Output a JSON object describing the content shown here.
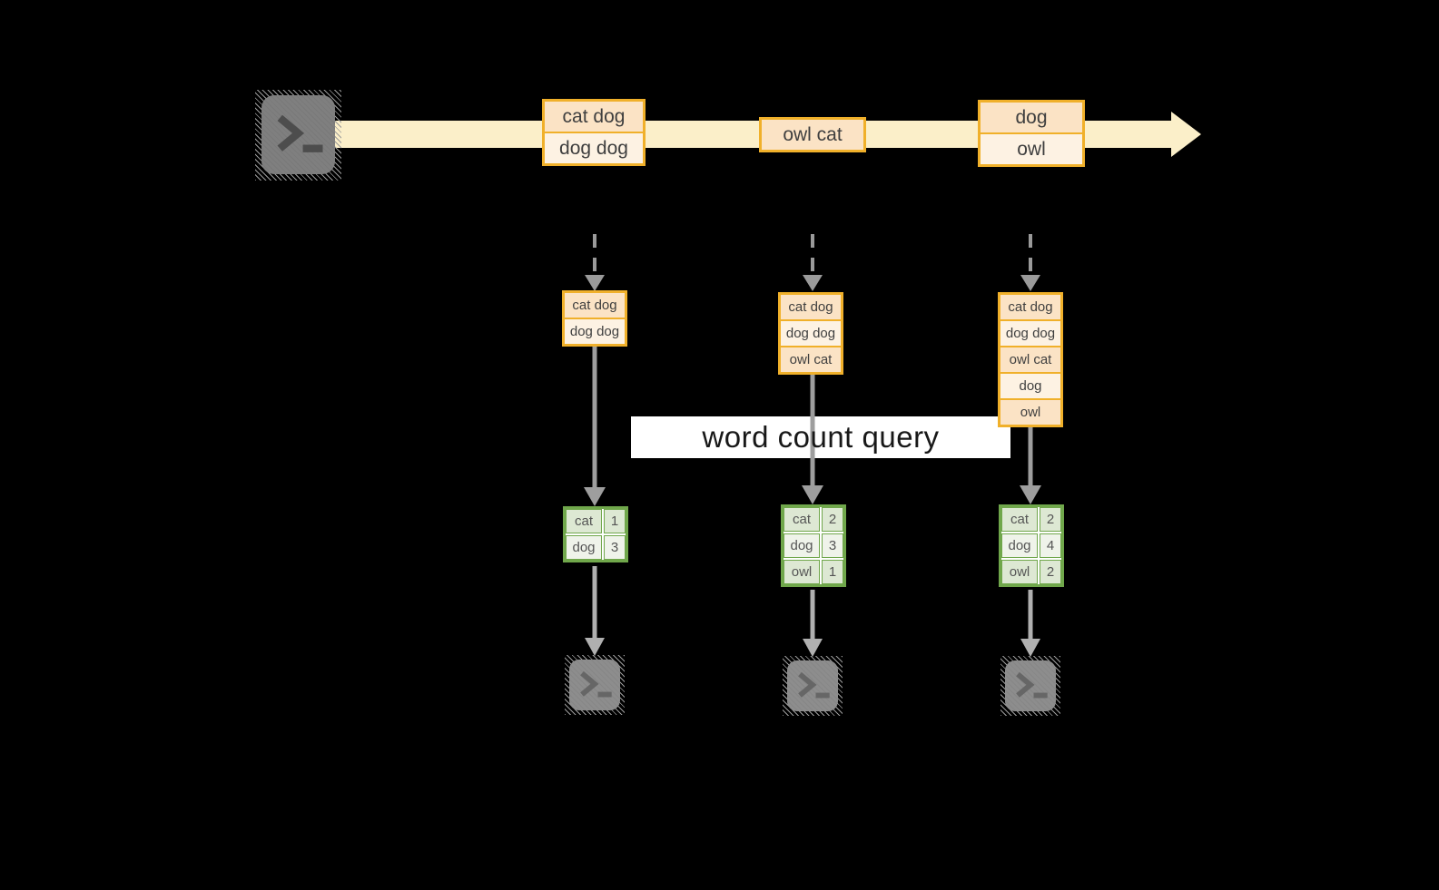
{
  "query": {
    "label": "word count query"
  },
  "stream": {
    "description": "input stream of text records flowing from a terminal source",
    "batches": [
      {
        "records": [
          "cat dog",
          "dog dog"
        ]
      },
      {
        "records": [
          "owl cat"
        ]
      },
      {
        "records": [
          "dog",
          "owl"
        ]
      }
    ]
  },
  "columns": [
    {
      "state": [
        "cat dog",
        "dog dog"
      ],
      "counts": [
        {
          "word": "cat",
          "count": "1"
        },
        {
          "word": "dog",
          "count": "3"
        }
      ]
    },
    {
      "state": [
        "cat dog",
        "dog dog",
        "owl cat"
      ],
      "counts": [
        {
          "word": "cat",
          "count": "2"
        },
        {
          "word": "dog",
          "count": "3"
        },
        {
          "word": "owl",
          "count": "1"
        }
      ]
    },
    {
      "state": [
        "cat dog",
        "dog dog",
        "owl cat",
        "dog",
        "owl"
      ],
      "counts": [
        {
          "word": "cat",
          "count": "2"
        },
        {
          "word": "dog",
          "count": "4"
        },
        {
          "word": "owl",
          "count": "2"
        }
      ]
    }
  ],
  "icons": {
    "source": "terminal-icon",
    "sinks": "terminal-icon",
    "stream_arrow": "right-arrow-icon",
    "flow_arrows": "down-arrow-icon"
  },
  "colors": {
    "background": "#000000",
    "stream_band": "#fbefc9",
    "record_border": "#f0b02a",
    "record_fill_dark": "#fbe3c5",
    "record_fill_light": "#fdf2e3",
    "table_border": "#70a74b",
    "table_fill_dark": "#dde8d3",
    "table_fill_light": "#eff3ea",
    "query_band": "#ffffff",
    "arrow_gray": "#9e9e9e",
    "terminal_gray": "#7f7f7f"
  }
}
